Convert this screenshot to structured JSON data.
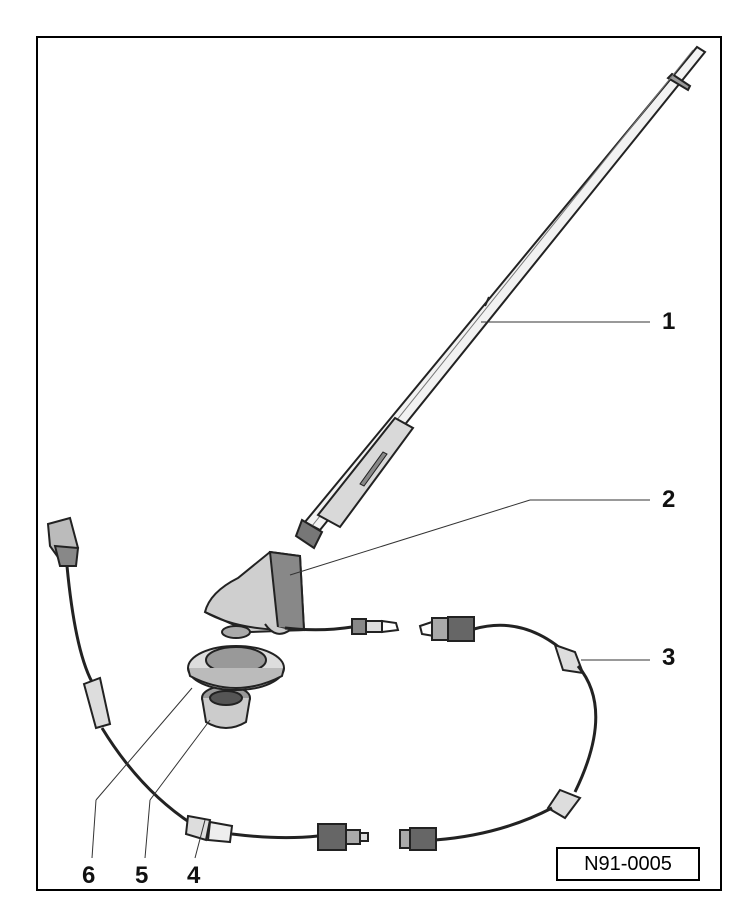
{
  "figure_code": "N91-0005",
  "callouts": {
    "c1": "1",
    "c2": "2",
    "c3": "3",
    "c4": "4",
    "c5": "5",
    "c6": "6"
  },
  "colors": {
    "line": "#222222",
    "fill_light": "#eeeeee",
    "fill_mid": "#bbbbbb",
    "fill_dark": "#555555"
  }
}
